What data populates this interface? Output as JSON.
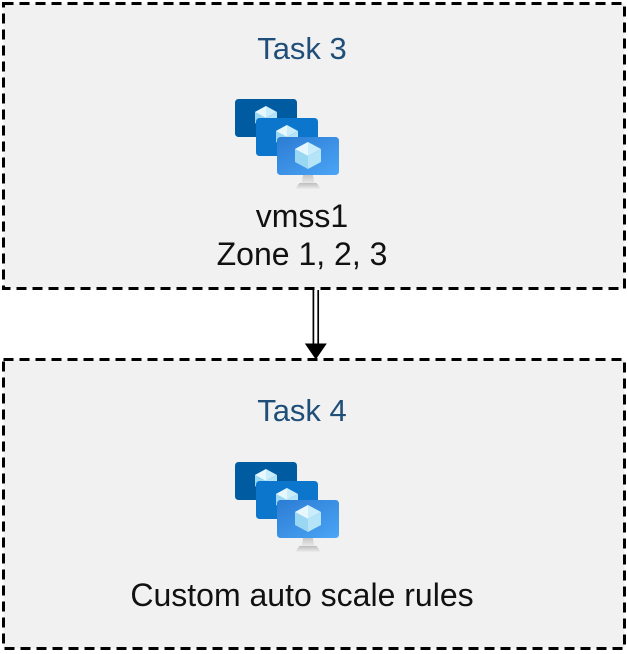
{
  "diagram": {
    "boxes": [
      {
        "title": "Task 3",
        "icon": "vm-scale-set-icon",
        "lines": [
          "vmss1",
          "Zone 1, 2, 3"
        ]
      },
      {
        "title": "Task 4",
        "icon": "vm-scale-set-icon",
        "lines": [
          "Custom auto scale rules"
        ]
      }
    ],
    "connector": {
      "shape": "double-line-arrow",
      "direction": "down"
    }
  },
  "colors": {
    "title_text": "#1F4E79",
    "body_text": "#111111",
    "box_fill": "#F1F1F1",
    "box_border": "#000000",
    "connector": "#000000",
    "screen_back": "#005BA1",
    "screen_middle": "#0C76CD",
    "screen_front_start": "#2B7CD3",
    "screen_front_end": "#4AA3F4",
    "cube_top": "#C9EDFA",
    "cube_top_hl": "#E6F8FE",
    "cube_left": "#9AD7F3",
    "cube_right": "#B5E4F8",
    "stand_dark": "#BDBDBD",
    "stand_light": "#EDEDED"
  }
}
